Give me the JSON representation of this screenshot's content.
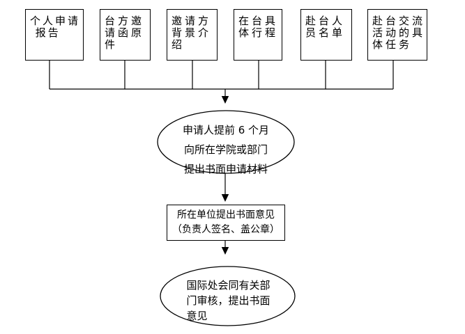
{
  "diagram": {
    "background": "#ffffff",
    "line_color": "#000000",
    "text_color": "#000000",
    "source_boxes": [
      {
        "id": "personal-application-report",
        "label": "个人申请\n 报告"
      },
      {
        "id": "taiwan-invitation-letter-original",
        "label": "台方邀\n请函原\n件"
      },
      {
        "id": "inviter-background-introduction",
        "label": "邀请方\n背景介\n绍"
      },
      {
        "id": "taiwan-itinerary",
        "label": "在台具\n体行程"
      },
      {
        "id": "delegation-name-list",
        "label": "赴台人\n员名单"
      },
      {
        "id": "exchange-activity-tasks",
        "label": "赴台交流\n活动的具\n体任务"
      }
    ],
    "steps": [
      {
        "shape": "ellipse",
        "text": "申请人提前 6 个月\n向所在学院或部门\n提出书面申请材料"
      },
      {
        "shape": "rectangle",
        "text": "所在单位提出书面意见\n（负责人签名、盖公章）"
      },
      {
        "shape": "ellipse",
        "text": "国际处会同有关部\n门审核，提出书面\n意见"
      }
    ]
  }
}
